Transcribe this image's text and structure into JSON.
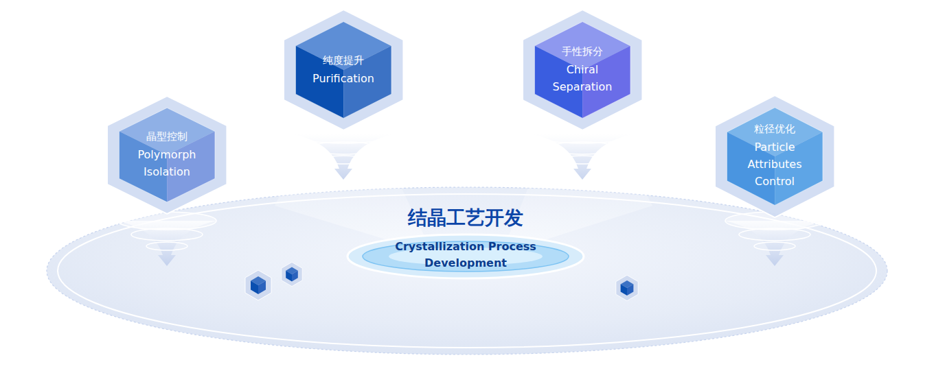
{
  "diagram": {
    "nodes": [
      {
        "text": [
          "晶型控制",
          "Polymorph Isolation"
        ]
      },
      {
        "text": [
          "纯度提升",
          "Purification"
        ]
      },
      {
        "text": [
          "手性拆分",
          "Chiral Separation"
        ]
      },
      {
        "text": [
          "粒径优化",
          "Particle Attributes Control"
        ]
      },
      {
        "text": [
          "结晶工艺开发",
          "Crystallization Process Development"
        ]
      }
    ]
  }
}
